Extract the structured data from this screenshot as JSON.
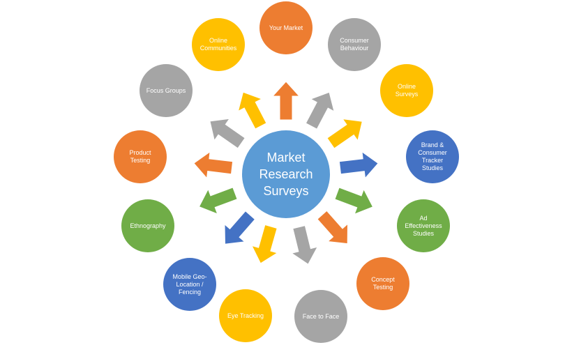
{
  "diagram": {
    "center": {
      "label": "Market\nResearch\nSurveys",
      "color": "#5b9bd5"
    },
    "nodes": [
      {
        "id": "your-market",
        "label": "Your Market",
        "color": "#ed7d31"
      },
      {
        "id": "consumer-behaviour",
        "label": "Consumer\nBehaviour",
        "color": "#a5a5a5"
      },
      {
        "id": "online-surveys",
        "label": "Online\nSurveys",
        "color": "#ffc000"
      },
      {
        "id": "brand-consumer-tracker",
        "label": "Brand &\nConsumer\nTracker\nStudies",
        "color": "#4472c4"
      },
      {
        "id": "ad-effectiveness",
        "label": "Ad\nEffectiveness\nStudies",
        "color": "#70ad47"
      },
      {
        "id": "concept-testing",
        "label": "Concept\nTesting",
        "color": "#ed7d31"
      },
      {
        "id": "face-to-face",
        "label": "Face to Face",
        "color": "#a5a5a5"
      },
      {
        "id": "eye-tracking",
        "label": "Eye Tracking",
        "color": "#ffc000"
      },
      {
        "id": "mobile-geo-location",
        "label": "Mobile Geo-\nLocation /\nFencing",
        "color": "#4472c4"
      },
      {
        "id": "ethnography",
        "label": "Ethnography",
        "color": "#70ad47"
      },
      {
        "id": "product-testing",
        "label": "Product\nTesting",
        "color": "#ed7d31"
      },
      {
        "id": "focus-groups",
        "label": "Focus Groups",
        "color": "#a5a5a5"
      },
      {
        "id": "online-communities",
        "label": "Online\nCommunities",
        "color": "#ffc000"
      }
    ]
  }
}
